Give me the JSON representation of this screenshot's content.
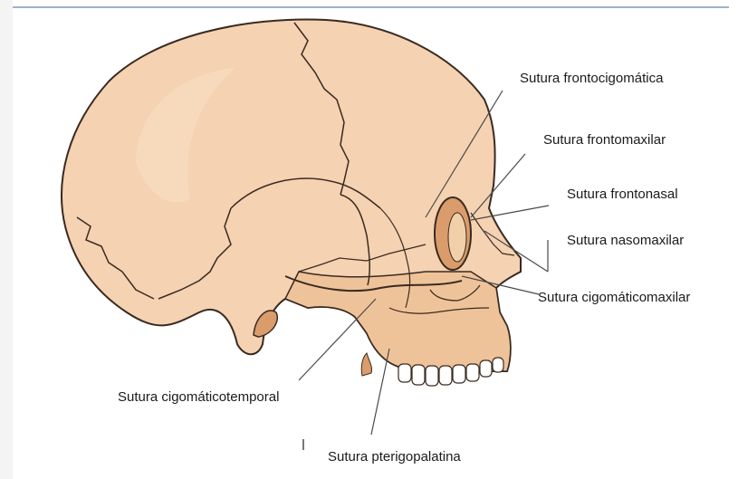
{
  "labels": {
    "frontocigomatica": "Sutura frontocigomática",
    "frontomaxilar": "Sutura frontomaxilar",
    "frontonasal": "Sutura frontonasal",
    "nasomaxilar": "Sutura nasomaxilar",
    "cigomaticomaxilar": "Sutura cigomáticomaxilar",
    "cigomaticotemporal": "Sutura cigomáticotemporal",
    "pterigopalatina": "Sutura pterigopalatina"
  },
  "colors": {
    "bone": "#f4d2b2",
    "bone_shadow": "#e8b48a",
    "face_bone": "#efc399",
    "suture": "#3a2a20",
    "leader": "#4a4a4a"
  }
}
